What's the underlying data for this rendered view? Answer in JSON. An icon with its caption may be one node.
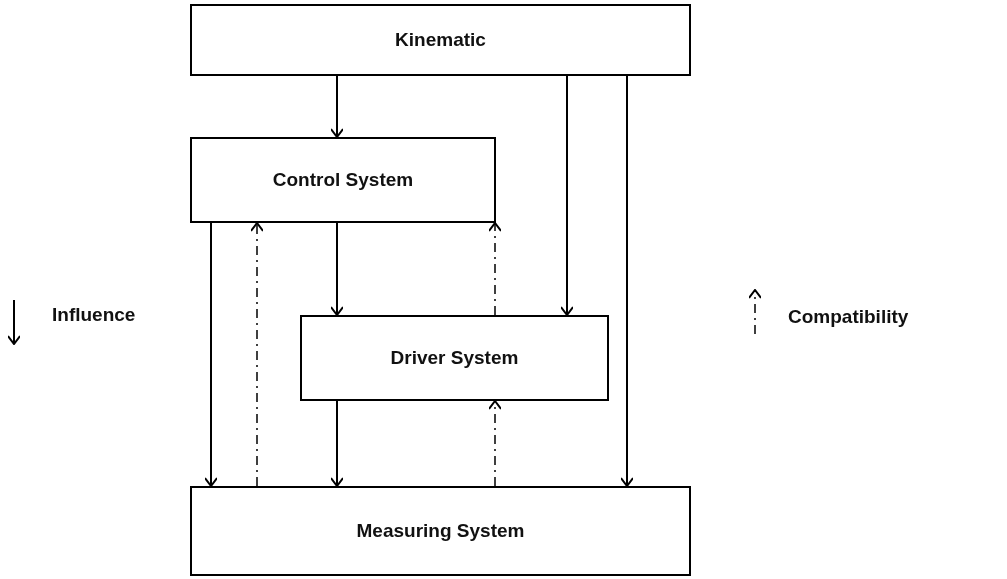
{
  "diagram": {
    "nodes": [
      {
        "text": [
          "Kinematic"
        ]
      },
      {
        "text": [
          "Control System"
        ]
      },
      {
        "text": [
          "Driver System"
        ]
      },
      {
        "text": [
          "Measuring System"
        ]
      }
    ],
    "edges": [
      {
        "from": 0,
        "to": 1,
        "arrow": "to"
      },
      {
        "from": 0,
        "to": 2,
        "arrow": "to"
      },
      {
        "from": 0,
        "to": 3,
        "arrow": "to"
      },
      {
        "from": 1,
        "to": 2,
        "arrow": "to"
      },
      {
        "from": 1,
        "to": 3,
        "arrow": "to"
      },
      {
        "from": 2,
        "to": 3,
        "arrow": "to"
      },
      {
        "from": 3,
        "to": 1,
        "arrow": "to",
        "style": "dashed"
      },
      {
        "from": 2,
        "to": 1,
        "arrow": "to",
        "style": "dashed"
      },
      {
        "from": 3,
        "to": 2,
        "arrow": "to",
        "style": "dashed"
      }
    ],
    "legend": [
      {
        "text": "Influence"
      },
      {
        "text": "Compatibility"
      }
    ]
  }
}
